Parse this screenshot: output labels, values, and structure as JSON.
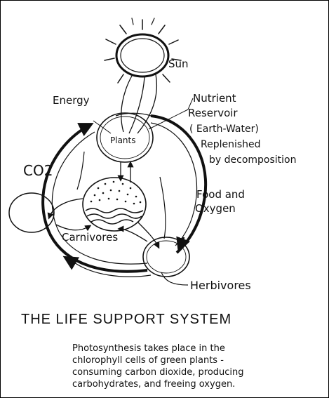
{
  "diagram": {
    "labels": {
      "sun": "Sun",
      "energy": "Energy",
      "plants": "Plants",
      "nutrient": "Nutrient",
      "reservoir": "Reservoir",
      "earth_water": "( Earth-Water)",
      "replenished": "Replenished",
      "decomposition": "by decomposition",
      "co2": "CO2",
      "food_and": "Food and",
      "oxygen": "Oxygen",
      "carnivores": "Carnivores",
      "herbivores": "Herbivores"
    },
    "title": "THE LIFE SUPPORT SYSTEM",
    "caption": [
      "Photosynthesis takes place in the",
      "chlorophyll cells of green plants -",
      "consuming carbon dioxide, producing",
      "carbohydrates, and freeing oxygen."
    ]
  }
}
